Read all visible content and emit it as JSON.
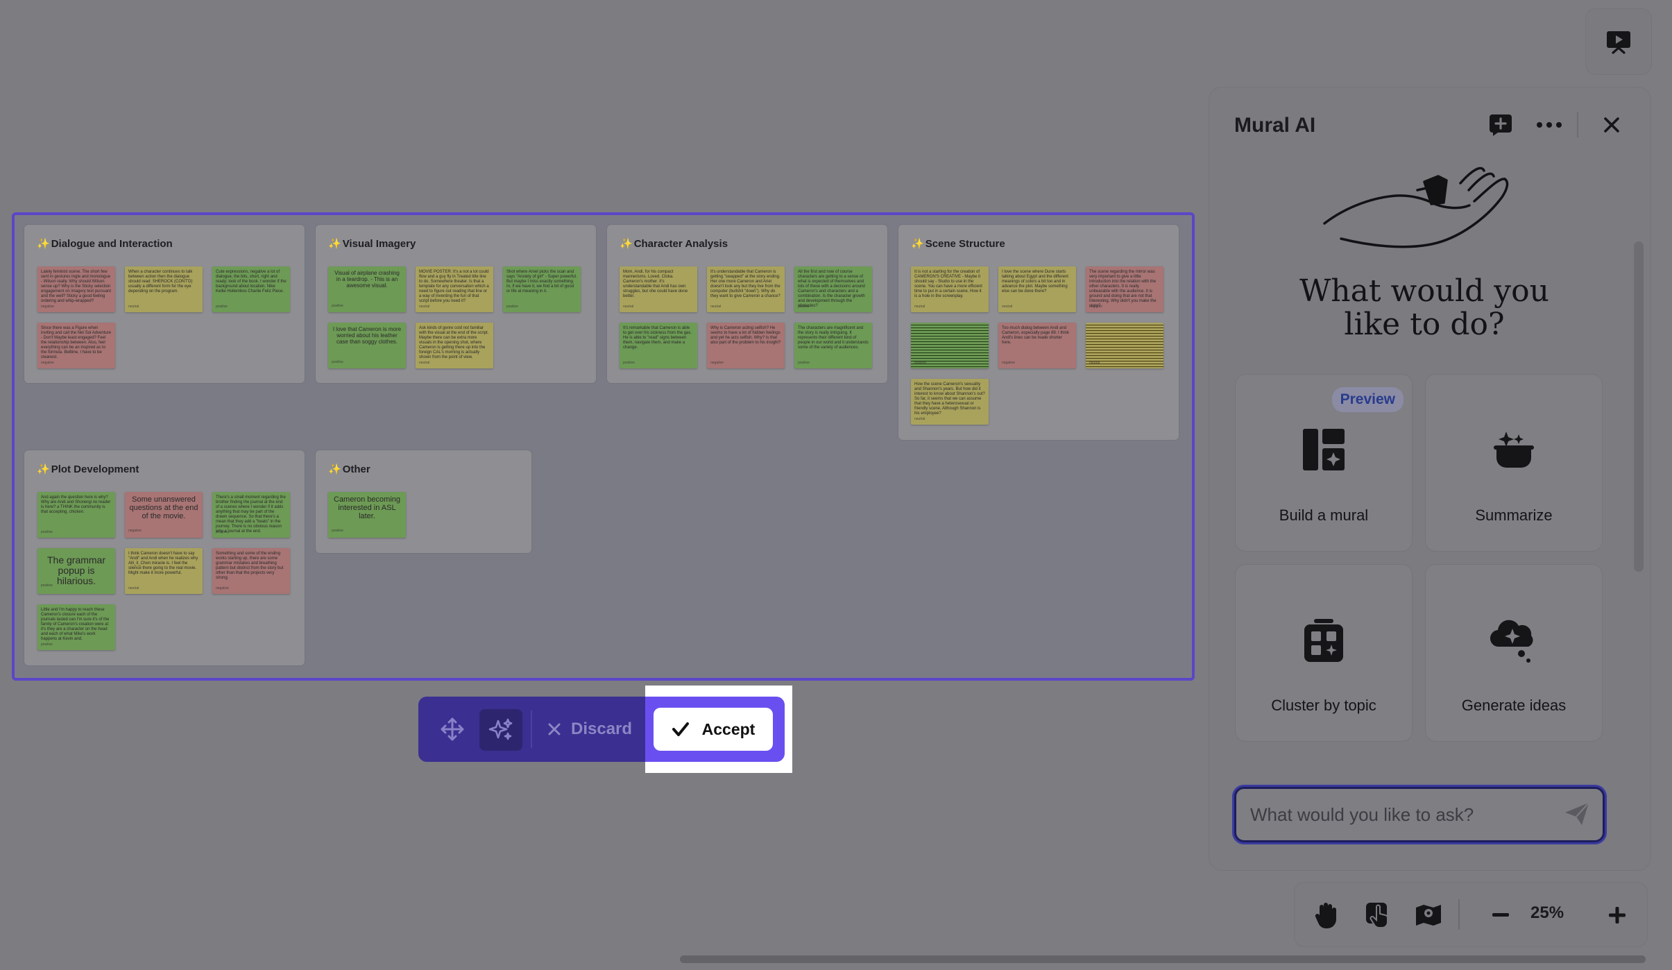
{
  "canvas": {
    "clusters": [
      {
        "title": "Dialogue and Interaction",
        "notes": [
          {
            "text": "Lately feminist scene. The short few sent in gestures Ingle and monologue - Wilson really. Why should Wilson sense up? Why is the Sticky selection engagement on imagery text pursuant and the well? Sticky a good feeling ordering and whip-wrapped?",
            "tag": "negative",
            "color": "red"
          },
          {
            "text": "When a character continues to talk between action then the dialogue should read: SHEROCK (CONT'D) usually a different form for the eye depending on the program.",
            "tag": "neutral",
            "color": "yellow"
          },
          {
            "text": "Cute expressions, negative a lot of dialogue, the bits, short, right and ready; look of the book. I wonder if the background about location. Nike Kellie Hollembos Charlie Feliz Piece.",
            "tag": "positive",
            "color": "green"
          },
          {
            "text": "Since there was a Figure when inviting and call the Net Sol Adventure - Don't Maybe least engaged? Feel the relationship between. Also, feel everything can be an inspired as to the formula. Beltline, I have to be cleanest.",
            "tag": "negative",
            "color": "red"
          }
        ]
      },
      {
        "title": "Visual Imagery",
        "notes": [
          {
            "text": "Visual of airplane crashing in a teardrop. - This is an awesome visual.",
            "tag": "positive",
            "color": "green"
          },
          {
            "text": "MOVIE POSTER: It's a not a lot could flow and a guy fly in Treated title line to do. Somewhere theater. Is that a template for any conversation which a need to figure out reading that line or a way of inventing the fun of that script before you need it?",
            "tag": "neutral",
            "color": "yellow"
          },
          {
            "text": "Shot where Arnel picks the scan and says \"Anxiety of girl\" - Super powerful. But maybe I miss exactly something. In, if we have it, we find a bit of good or life at meaning in it.",
            "tag": "positive",
            "color": "green"
          },
          {
            "text": "I love that Cameron is more worried about his leather case than soggy clothes.",
            "tag": "positive",
            "color": "green"
          },
          {
            "text": "Ask kinds of genre cold not familiar with the visual at the end of the script. Maybe there can be extra more visuals in the opening shot, where Cameron is getting there up into the foreign CAL's morning is actually shown from the point of view.",
            "tag": "neutral",
            "color": "yellow"
          }
        ]
      },
      {
        "title": "Character Analysis",
        "notes": [
          {
            "text": "Mom, Andi, for his compact mannerisms. Loved. Cloka. Cameron's mother. It's understandable that Andi has own struggles, but she could have done better.",
            "tag": "neutral",
            "color": "yellow"
          },
          {
            "text": "It's understandable that Cameron is getting \"swapped\" at the story ending. Her one more Cameron and Ariel doesn't look any but they live from the computer (bullshit \"down\"). Why do they want to give Cameron a chance?",
            "tag": "neutral",
            "color": "yellow"
          },
          {
            "text": "All the first and now of course characters are getting to a sense of what is expected of themselves and lots of these with a decisions around Cameron's and characters and a combination. Is the character growth and development through the obstacles?",
            "tag": "positive",
            "color": "green"
          },
          {
            "text": "It's remarkable that Cameron is able to get over his sickness from the gas. He is able to \"read\" signs between them, navigate them, and make a change.",
            "tag": "positive",
            "color": "green"
          },
          {
            "text": "Why is Cameron acting selfish? He seems to have a lot of hidden feelings and yet he acts selfish. Why? Is that also part of the problem to his insight?",
            "tag": "negative",
            "color": "red"
          },
          {
            "text": "The characters are magnificent and the story is really intriguing. It represents their different kind of people in our world and it understands some of the variety of audiences.",
            "tag": "positive",
            "color": "green"
          }
        ]
      },
      {
        "title": "Scene Structure",
        "notes": [
          {
            "text": "It is not a starting for the creation of CAMERON'S CREATIVE - Maybe it should say - Studio to use in the scene. You can have a more efficient time to put in a certain scene. How it is a hole in the screenplay.",
            "tag": "neutral",
            "color": "yellow"
          },
          {
            "text": "I love the scene where Dune starts talking about Egypt and the different meanings of colors a bit too and in advance the plot. Maybe something else can be done there?",
            "tag": "neutral",
            "color": "yellow"
          },
          {
            "text": "The scene regarding the mirror was very important to give a little introduction into the relation with the other characters. It is really unbearable with the audience. It is ground and doing that are not that interesting. Why didn't you make the story?",
            "tag": "negative",
            "color": "red"
          },
          {
            "text": "",
            "tag": "positive",
            "color": "green",
            "lines": true
          },
          {
            "text": "Too much dialog between Andi and Cameron, especially page 89. I think Andi's lines can be made shorter here.",
            "tag": "negative",
            "color": "red"
          },
          {
            "text": "",
            "tag": "neutral",
            "color": "yellow",
            "lines": true
          },
          {
            "text": "How the scene Cameron's sexuality and Shannon's years. But how did it interest to know about Shannon's out? So far, it seems that we can assume that they have a heterosexual or friendly scene. Although Shannon is his employee?",
            "tag": "neutral",
            "color": "yellow"
          }
        ]
      },
      {
        "title": "Plot Development",
        "notes": [
          {
            "text": "And again the question here is why? Why are Andi and Shonergi no reader is here? a THINK the community is that accepting, chicken.",
            "tag": "positive",
            "color": "green"
          },
          {
            "text": "Some unanswered questions at the end of the movie.",
            "tag": "negative",
            "color": "red",
            "big": true
          },
          {
            "text": "There's a small moment regarding the brother finding the journal at the end of a scenes where I wonder if it adds anything that may be part of the drawn sequence. So that there's a mean that they add a \"beats\" in the journey. There is no obvious reason why a journal at the end.",
            "tag": "positive",
            "color": "green"
          },
          {
            "text": "The grammar popup is hilarious.",
            "tag": "positive",
            "color": "green",
            "big": true
          },
          {
            "text": "I think Cameron doesn't have to say \"Andi\" and Andi when he realizes why Alli_it_Chen miracle is. I feel the silence there going to the real movie. Might make it more powerful.",
            "tag": "neutral",
            "color": "yellow"
          },
          {
            "text": "Something and some of the ending works starting up, there are some grammar mistakes and breathing pattern but distinct from the story but other than that the projects very strong.",
            "tag": "negative",
            "color": "red"
          },
          {
            "text": "Little and I'm happy to reach these Cameron's closure each of the journals lasted can I'm sure it's of the family of Cameron's creation were at it's they are a character on the head and each of what Mike's work happens at Kevin and.",
            "tag": "positive",
            "color": "green"
          }
        ]
      },
      {
        "title": "Other",
        "notes": [
          {
            "text": "Cameron becoming interested in ASL later.",
            "tag": "positive",
            "color": "green",
            "big": true
          }
        ]
      }
    ]
  },
  "toolbar": {
    "discard_label": "Discard",
    "accept_label": "Accept"
  },
  "ai_panel": {
    "title": "Mural AI",
    "heading": "What would you like to do?",
    "cards": [
      {
        "label": "Build a mural",
        "badge": "Preview",
        "icon": "build-mural-icon"
      },
      {
        "label": "Summarize",
        "icon": "summarize-icon"
      },
      {
        "label": "Cluster by topic",
        "icon": "cluster-icon"
      },
      {
        "label": "Generate ideas",
        "icon": "generate-ideas-icon"
      }
    ],
    "ask_placeholder": "What would you like to ask?"
  },
  "zoom": {
    "value": "25%"
  },
  "colors": {
    "accent": "#6a4ff0",
    "toolbar_bg": "#3b2f91",
    "selection": "#5b46c8",
    "note_red": "#a87474",
    "note_yellow": "#a9a25c",
    "note_green": "#6d9a55"
  }
}
